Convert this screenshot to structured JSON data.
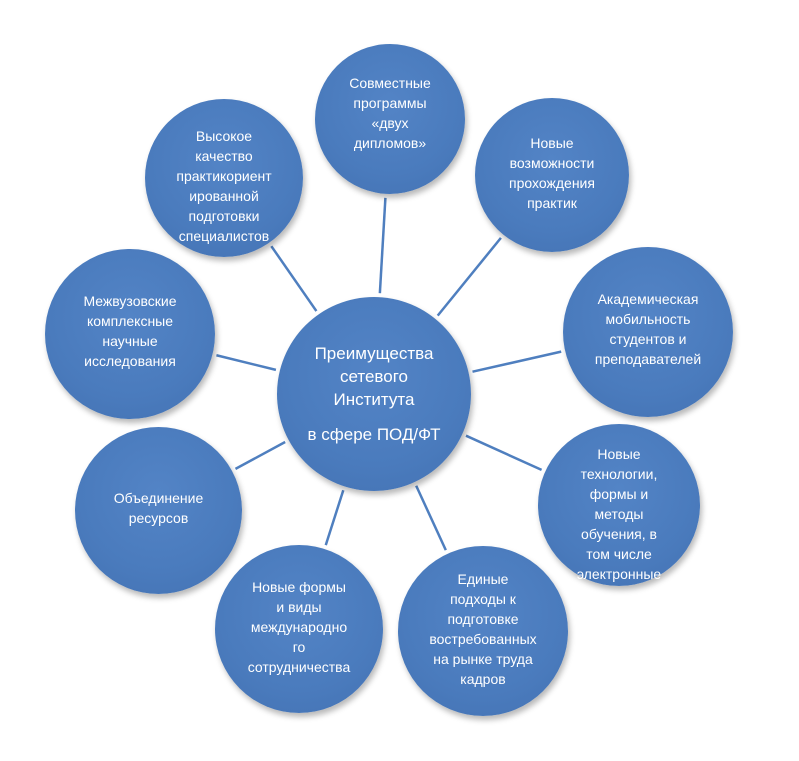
{
  "diagram": {
    "center": {
      "line1": "Преимущества\nсетевого\nИнститута",
      "line2": "в сфере ПОД/ФТ"
    },
    "nodes": [
      {
        "id": "joint-programs",
        "text": "Совместные\nпрограммы\n«двух\nдипломов»"
      },
      {
        "id": "internships",
        "text": "Новые\nвозможности\nпрохождения\nпрактик"
      },
      {
        "id": "academic-mobility",
        "text": "Академическая\nмобильность\nстудентов и\nпреподавателей"
      },
      {
        "id": "new-technologies",
        "text": "Новые\nтехнологии,\nформы и\nметоды\nобучения, в\nтом числе\nэлектронные"
      },
      {
        "id": "unified-approaches",
        "text": "Единые\nподходы к\nподготовке\nвостребованных\nна рынке труда\nкадров"
      },
      {
        "id": "international-cooperation",
        "text": "Новые формы\nи виды\nмеждународно\nго\nсотрудничества"
      },
      {
        "id": "resource-pooling",
        "text": "Объединение\nресурсов"
      },
      {
        "id": "joint-research",
        "text": "Межвузовские\nкомплексные\nнаучные\nисследования"
      },
      {
        "id": "quality-training",
        "text": "Высокое\nкачество\nпрактикориент\nированной\nподготовки\nспециалистов"
      }
    ],
    "colors": {
      "circle_fill": "#4a7bbd",
      "connector": "#4f7fbf",
      "text": "#ffffff"
    }
  }
}
